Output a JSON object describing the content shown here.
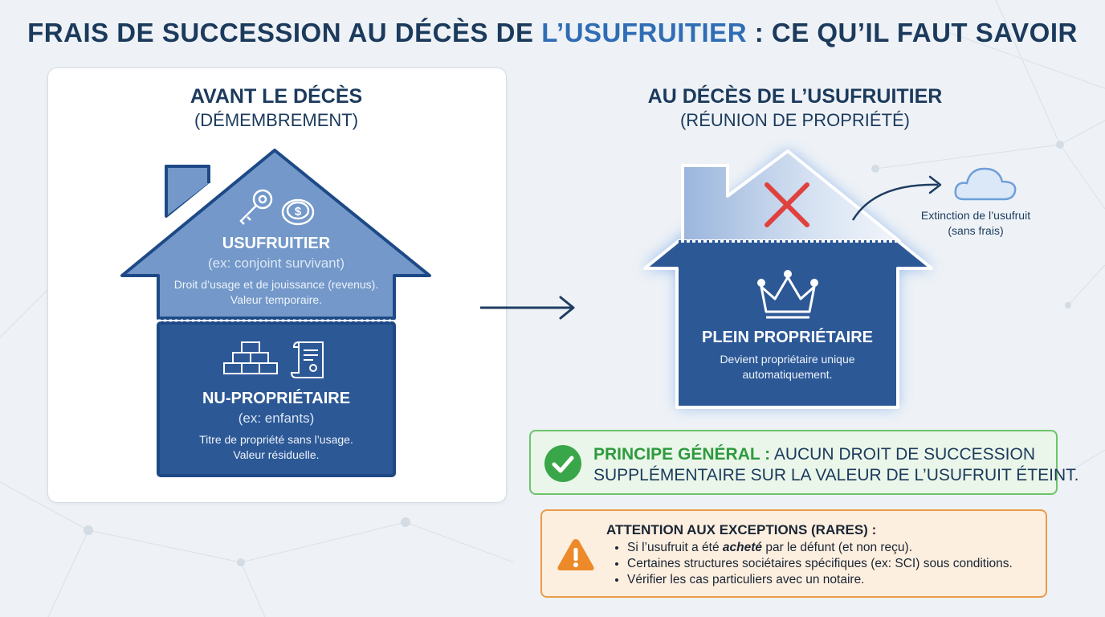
{
  "title": {
    "part1": "FRAIS DE SUCCESSION AU DÉCÈS DE ",
    "accent": "L’USUFRUITIER",
    "part2": " : CE QU’IL FAUT SAVOIR"
  },
  "before": {
    "heading": "AVANT LE DÉCÈS",
    "subheading": "(DÉMEMBREMENT)",
    "usufruitier": {
      "role": "USUFRUITIER",
      "example": "(ex: conjoint survivant)",
      "desc_line1": "Droit d’usage et de jouissance (revenus).",
      "desc_line2": "Valeur temporaire."
    },
    "nu_proprietaire": {
      "role": "NU-PROPRIÉTAIRE",
      "example": "(ex: enfants)",
      "desc_line1": "Titre de propriété sans l’usage.",
      "desc_line2": "Valeur résiduelle."
    }
  },
  "after": {
    "heading": "AU DÉCÈS DE L’USUFRUITIER",
    "subheading": "(RÉUNION DE PROPRIÉTÉ)",
    "role": "PLEIN PROPRIÉTAIRE",
    "desc_line1": "Devient propriétaire unique",
    "desc_line2": "automatiquement.",
    "extinction_line1": "Extinction de l’usufruit",
    "extinction_line2": "(sans frais)"
  },
  "principle": {
    "label": "PRINCIPE GÉNÉRAL :",
    "line1": " AUCUN DROIT DE SUCCESSION",
    "line2": "SUPPLÉMENTAIRE SUR LA VALEUR DE L’USUFRUIT ÉTEINT."
  },
  "warning": {
    "title": "ATTENTION AUX EXCEPTIONS (RARES) :",
    "item1_pre": "Si l’usufruit a été ",
    "item1_em": "acheté",
    "item1_post": " par le défunt (et non reçu).",
    "item2": "Certaines structures sociétaires spécifiques (ex: SCI) sous conditions.",
    "item3": "Vérifier les cas particuliers avec un notaire."
  },
  "icons": {
    "key": "key-icon",
    "coin": "coin-icon",
    "bricks": "bricks-icon",
    "deed": "deed-scroll-icon",
    "crown": "crown-icon",
    "cross": "cross-icon",
    "cloud": "cloud-icon",
    "check": "check-icon",
    "warning": "warning-icon",
    "arrow": "arrow-right-icon"
  },
  "colors": {
    "roof_light": "#7398c9",
    "house_dark": "#2c5896",
    "accent": "#2f6db5",
    "success": "#3aa64a",
    "warning": "#ec9b47",
    "cross": "#e0413e"
  }
}
